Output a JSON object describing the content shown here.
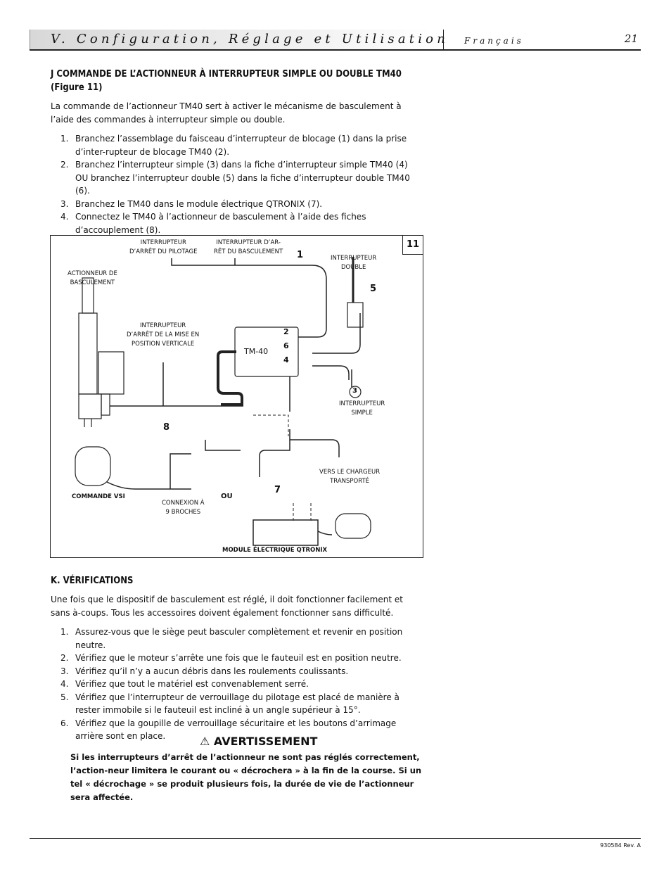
{
  "header": {
    "title": "V. Configuration, Réglage et Utilisation",
    "language": "Français",
    "page_number": "21"
  },
  "section_j": {
    "heading": "J   COMMANDE DE L’ACTIONNEUR À INTERRUPTEUR SIMPLE OU DOUBLE TM40",
    "heading_sub": "(Figure 11)",
    "intro": "La commande de l’actionneur TM40 sert à activer le mécanisme de basculement à l’aide des commandes à interrupteur simple ou double.",
    "steps": [
      {
        "n": "1.",
        "text": "Branchez l’assemblage du faisceau d’interrupteur de blocage (1) dans la prise d’inter-rupteur de blocage TM40 (2)."
      },
      {
        "n": "2.",
        "text": "Branchez l’interrupteur simple (3) dans la fiche d’interrupteur simple TM40 (4) OU branchez l’interrupteur double (5) dans la fiche d’interrupteur double TM40 (6)."
      },
      {
        "n": "3.",
        "text": "Branchez le TM40 dans le module électrique QTRONIX (7)."
      },
      {
        "n": "4.",
        "text": "Connectez le TM40 à l’actionneur de basculement à l’aide des fiches d’accouplement (8)."
      }
    ]
  },
  "figure": {
    "number": "11",
    "labels": {
      "pilot_switch": "INTERRUPTEUR\nD’ARRÊT DU PILOTAGE",
      "tilt_switch": "INTERRUPTEUR D’AR-\nRÊT DU BASCULEMENT",
      "actuator": "ACTIONNEUR DE\nBASCULEMENT",
      "double_switch": "INTERRUPTEUR\nDOUBLE",
      "upright_switch": "INTERRUPTEUR\nD’ARRÊT DE LA MISE EN\nPOSITION VERTICALE",
      "tm40": "TM-40",
      "simple_switch": "INTERRUPTEUR\nSIMPLE",
      "charger": "VERS LE CHARGEUR\nTRANSPORTÉ",
      "vsi": "COMMANDE VSI",
      "connexion": "CONNEXION À\n9 BROCHES",
      "or": "OU",
      "module": "MODULE ÉLECTRIQUE QTRONIX"
    },
    "callouts": {
      "c1": "1",
      "c2": "2",
      "c3": "3",
      "c4": "4",
      "c5": "5",
      "c6": "6",
      "c7": "7",
      "c8": "8"
    }
  },
  "section_k": {
    "heading": "K.  VÉRIFICATIONS",
    "intro": "Une fois que le dispositif de basculement est réglé, il doit fonctionner facilement et sans à-coups. Tous les accessoires doivent également fonctionner sans difficulté.",
    "steps": [
      {
        "n": "1.",
        "text": "Assurez-vous que le siège peut basculer complètement et revenir en position neutre."
      },
      {
        "n": "2.",
        "text": "Vérifiez que le moteur s’arrête une fois que le fauteuil est en position neutre."
      },
      {
        "n": "3.",
        "text": "Vérifiez qu’il n’y a aucun débris dans les roulements coulissants."
      },
      {
        "n": "4.",
        "text": "Vérifiez que tout le matériel est convenablement serré."
      },
      {
        "n": "5.",
        "text": "Vérifiez que l’interrupteur de verrouillage du pilotage est placé de manière à rester immobile si le fauteuil est incliné à un angle supérieur à 15°."
      },
      {
        "n": "6.",
        "text": "Vérifiez que la goupille de verrouillage sécuritaire et les boutons d’arrimage arrière sont en place."
      }
    ]
  },
  "warning": {
    "icon": "warning-triangle-icon",
    "title": "AVERTISSEMENT",
    "text": "Si les interrupteurs d’arrêt de l’actionneur ne sont pas réglés correctement, l’action-neur limitera le courant ou « décrochera » à la fin de la course. Si un tel « décrochage » se produit plusieurs fois, la durée de vie de l’actionneur sera affectée."
  },
  "footer": {
    "doc_ref": "930584 Rev. A"
  }
}
